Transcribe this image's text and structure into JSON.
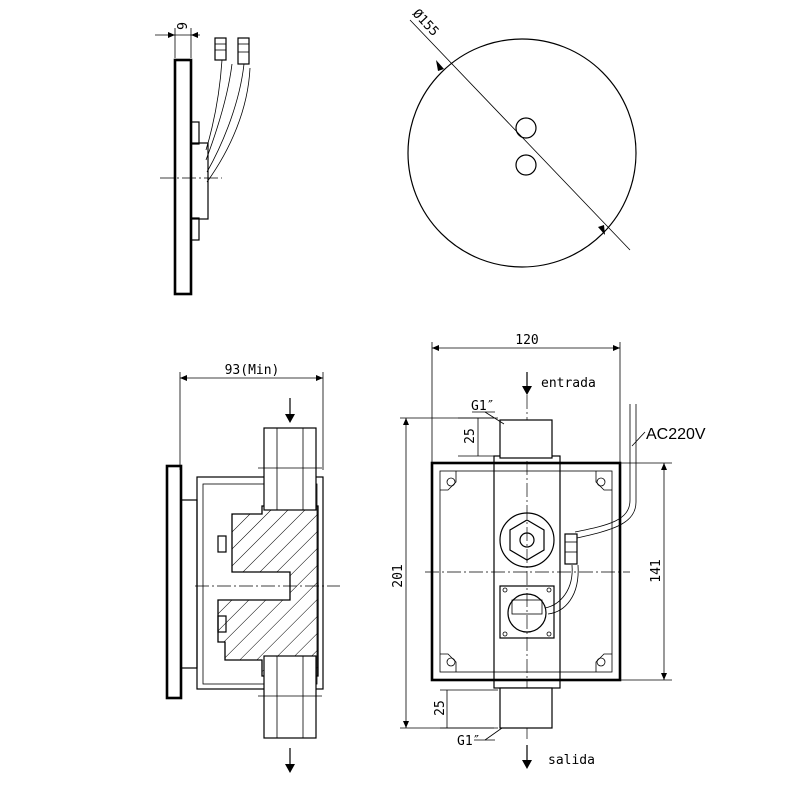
{
  "dimensions": {
    "side_width": "9",
    "diameter": "Ø155",
    "depth": "93(Min)",
    "width": "120",
    "height": "201",
    "box_height": "141",
    "pipe_top": "25",
    "pipe_bottom": "25"
  },
  "labels": {
    "inlet": "entrada",
    "outlet": "salida",
    "thread_top": "G1″",
    "thread_bottom": "G1″",
    "power": "AC220V"
  },
  "colors": {
    "line": "#000000",
    "background": "#ffffff"
  }
}
